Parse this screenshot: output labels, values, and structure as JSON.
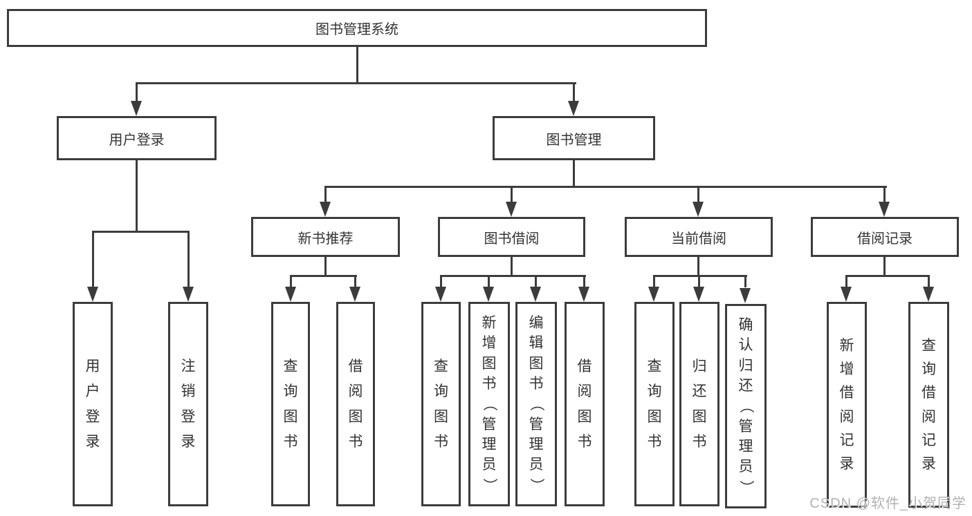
{
  "root_label": "图书管理系统",
  "user_login": {
    "label": "用户登录",
    "children": [
      "用户登录",
      "注销登录"
    ]
  },
  "book_mgmt": {
    "label": "图书管理",
    "sections": [
      {
        "label": "新书推荐",
        "children": [
          "查询图书",
          "借阅图书"
        ]
      },
      {
        "label": "图书借阅",
        "children": [
          "查询图书",
          "新增图书（管理员）",
          "编辑图书（管理员）",
          "借阅图书"
        ]
      },
      {
        "label": "当前借阅",
        "children": [
          "查询图书",
          "归还图书",
          "确认归还（管理员）"
        ]
      },
      {
        "label": "借阅记录",
        "children": [
          "新增借阅记录",
          "查询借阅记录"
        ]
      }
    ]
  },
  "watermark": "CSDN @软件_小贺同学",
  "colors": {
    "line": "#3c3c3c",
    "text": "#333333",
    "background": "#ffffff",
    "watermark": "#a8a8a8"
  }
}
